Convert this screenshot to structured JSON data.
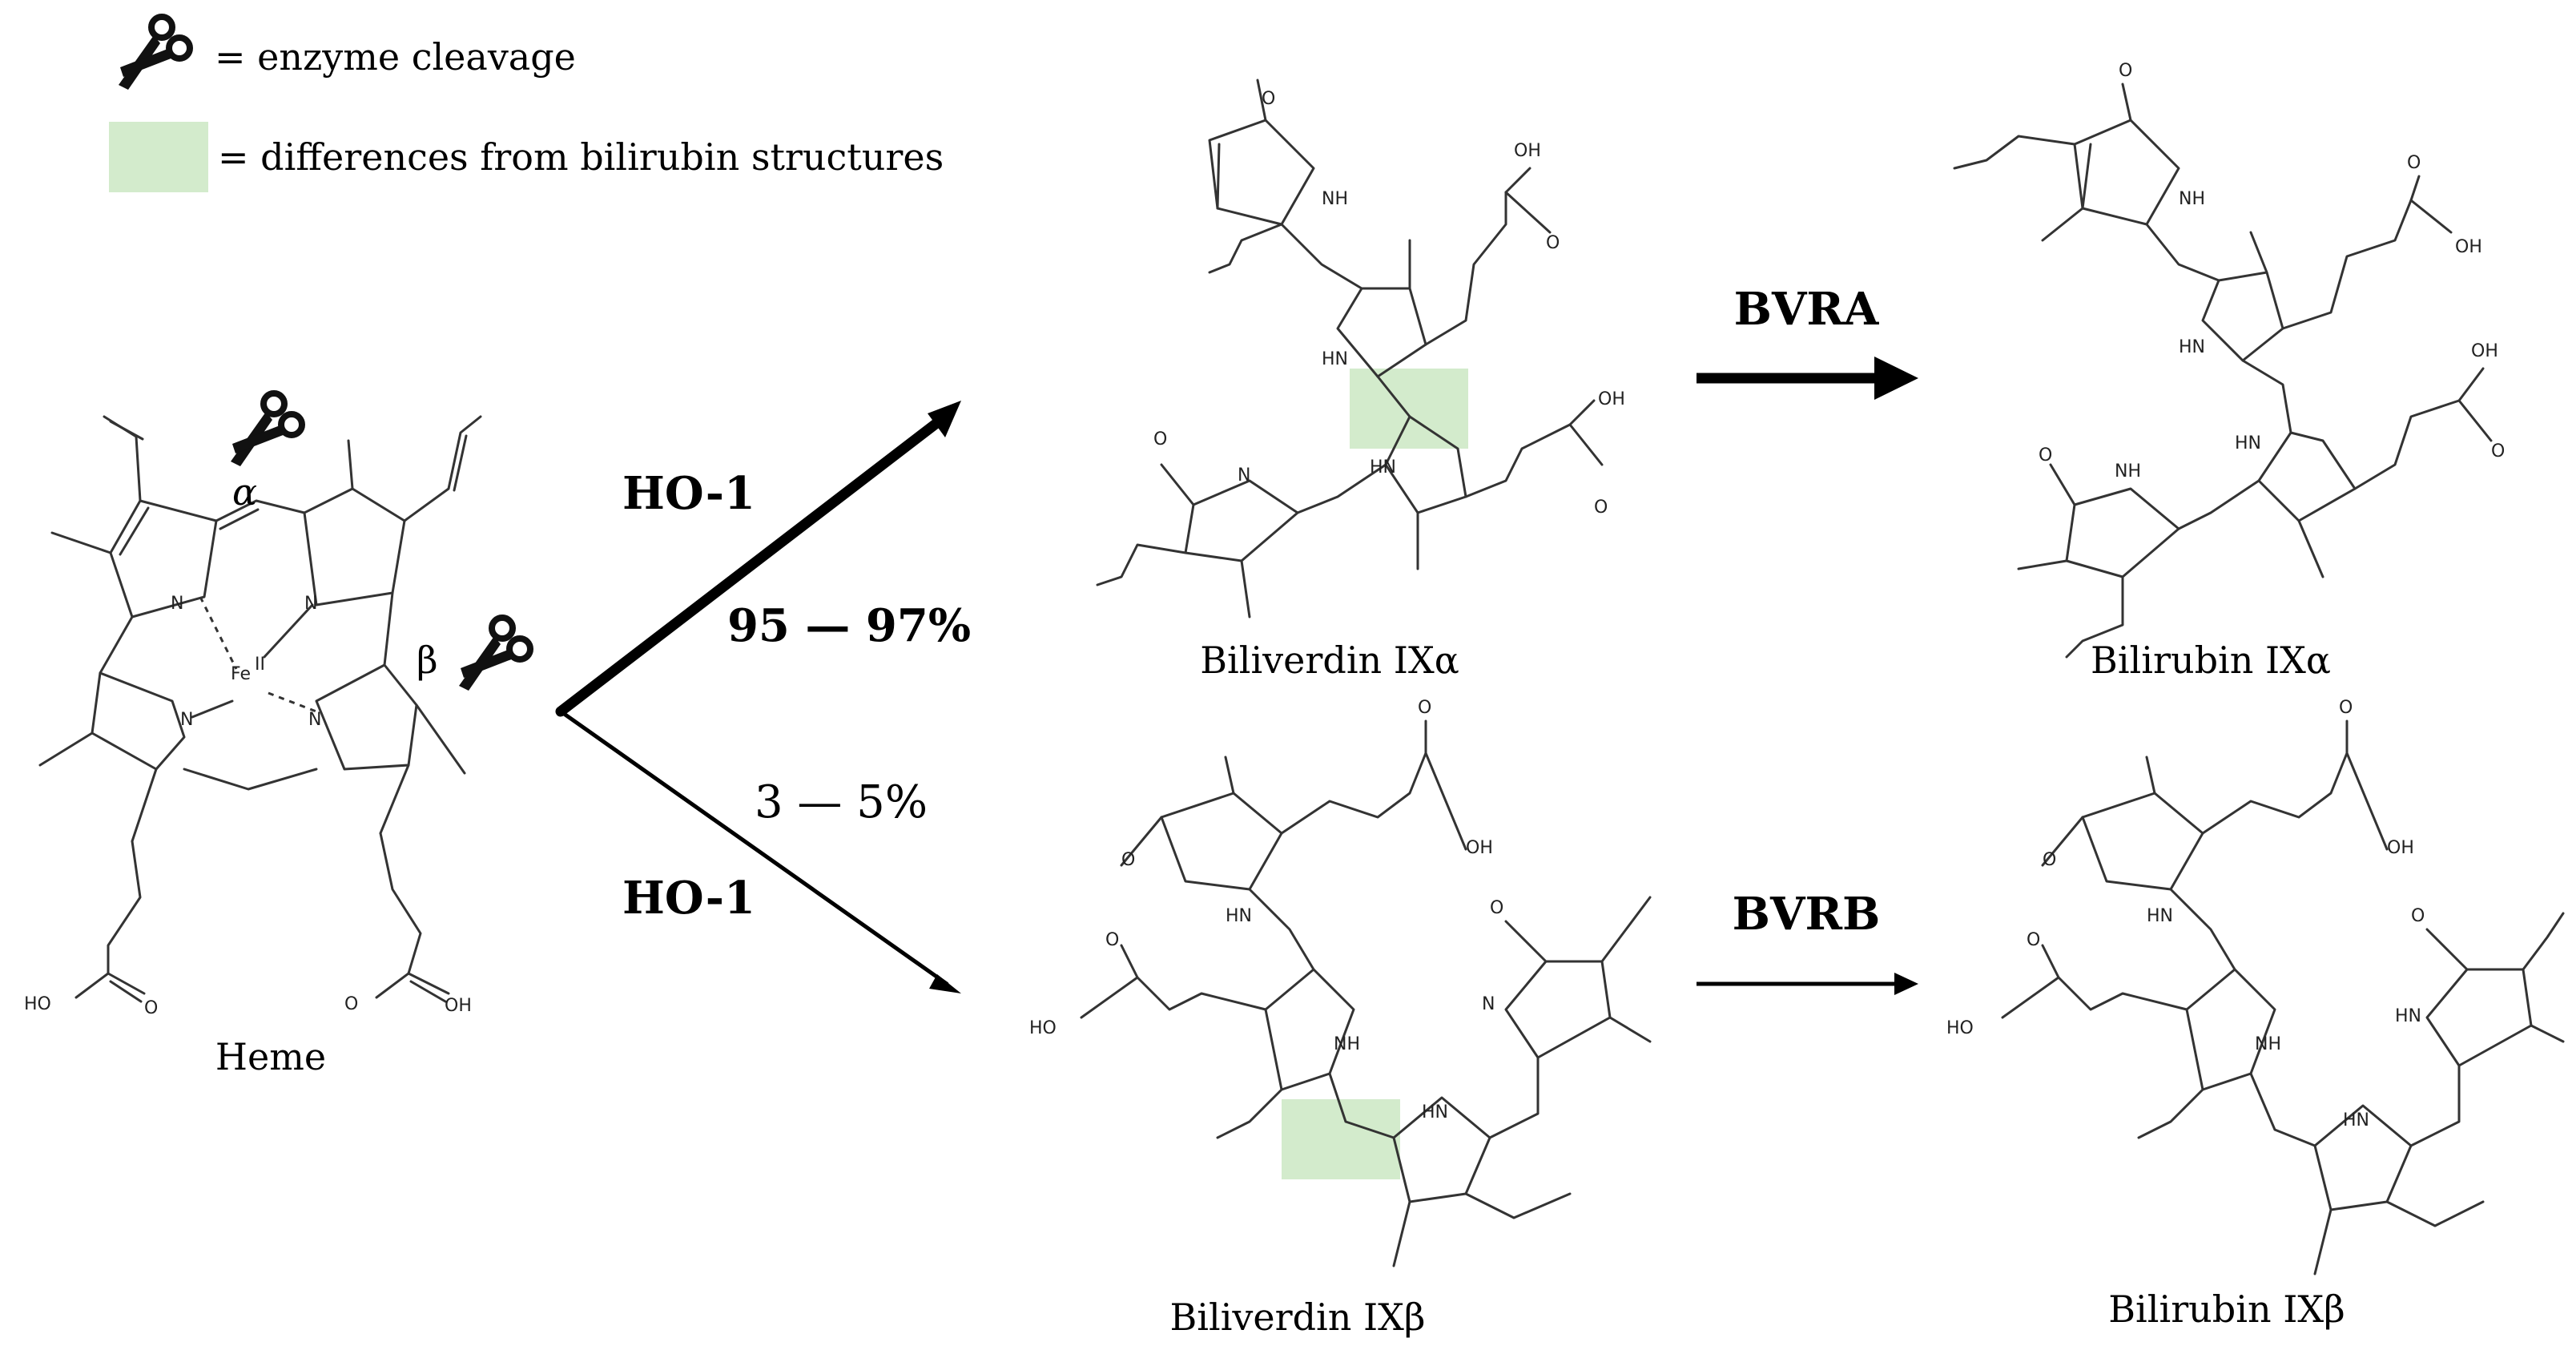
{
  "legend": {
    "scissors_text": "= enzyme cleavage",
    "highlight_text": "= differences from bilirubin structures",
    "highlight_color": "#d3ebcc",
    "scissors_icon": "scissors-icon"
  },
  "heme": {
    "name": "Heme",
    "metal": "Fe",
    "metal_sup": "II",
    "alpha": "α",
    "beta": "β",
    "atoms": {
      "n": "N",
      "oh": "HO",
      "o": "O",
      "oh2": "OH"
    }
  },
  "reactions": {
    "alpha_enzyme": "HO-1",
    "alpha_yield": "95 — 97%",
    "beta_enzyme": "HO-1",
    "beta_yield": "3 — 5%",
    "alpha_reductase": "BVRA",
    "beta_reductase": "BVRB"
  },
  "products": {
    "biliverdin_alpha": "Biliverdin IXα",
    "bilirubin_alpha": "Bilirubin IXα",
    "biliverdin_beta": "Biliverdin IXβ",
    "bilirubin_beta": "Bilirubin IXβ"
  },
  "atom_labels": {
    "o": "O",
    "oh": "OH",
    "ho": "HO",
    "nh": "NH",
    "hn": "HN",
    "n": "N"
  }
}
